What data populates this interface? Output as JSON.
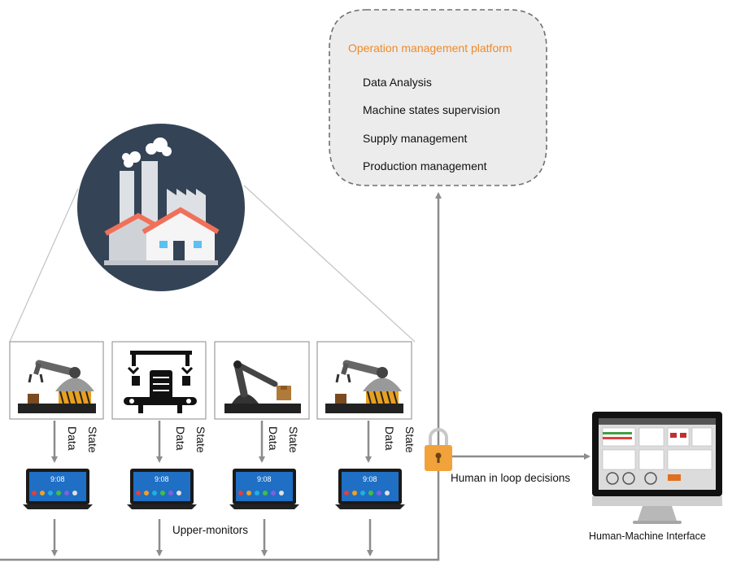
{
  "platform": {
    "title": "Operation management platform",
    "items": [
      "Data Analysis",
      "Machine states supervision",
      "Supply management",
      "Production management"
    ]
  },
  "machines": [
    {
      "icon": "robot-arm-icon",
      "labels": [
        "Data",
        "State"
      ],
      "tablet_time": "9:08"
    },
    {
      "icon": "gantry-robot-icon",
      "labels": [
        "Data",
        "State"
      ],
      "tablet_time": "9:08"
    },
    {
      "icon": "robot-arm-box-icon",
      "labels": [
        "Data",
        "State"
      ],
      "tablet_time": "9:08"
    },
    {
      "icon": "robot-arm-icon",
      "labels": [
        "Data",
        "State"
      ],
      "tablet_time": "9:08"
    }
  ],
  "labels": {
    "human_in_loop": "Human in loop decisions",
    "upper_monitors": "Upper-monitors",
    "hmi": "Human-Machine Interface"
  },
  "colors": {
    "platform_title": "#f08a2a",
    "factory_circle": "#344456",
    "lock": "#f2a23a",
    "arrow": "#8c8c8c"
  },
  "icons": [
    "factory-icon",
    "lock-icon",
    "tablet-icon",
    "monitor-icon"
  ]
}
